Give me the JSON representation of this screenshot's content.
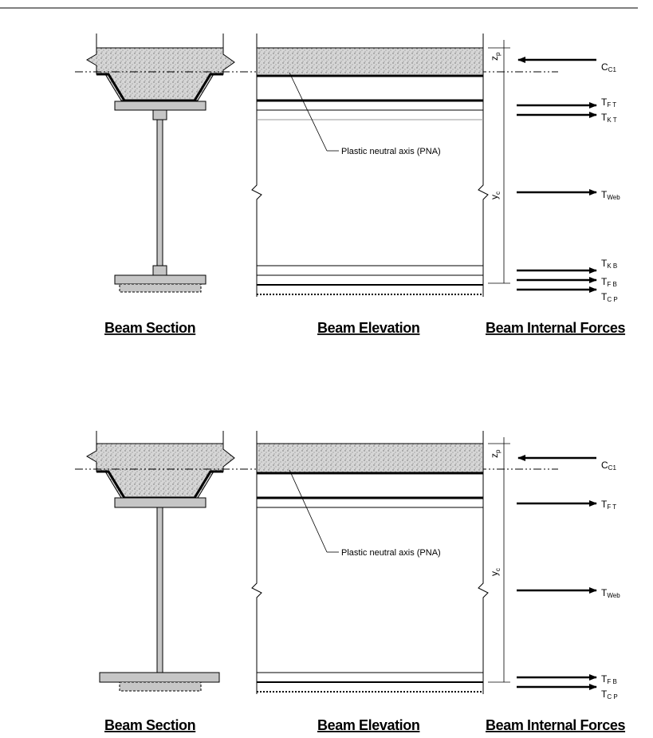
{
  "diagrams": [
    {
      "captions": {
        "section": "Beam Section",
        "elevation": "Beam Elevation",
        "forces": "Beam Internal Forces"
      },
      "pna_label": "Plastic neutral axis (PNA)",
      "dims": {
        "zp": [
          "z",
          "p"
        ],
        "yc": [
          "y",
          "c"
        ]
      },
      "forces": {
        "cc1": [
          "C",
          "C1"
        ],
        "tft": [
          "T",
          "F T"
        ],
        "tkt": [
          "T",
          "K T"
        ],
        "tweb": [
          "T",
          "Web"
        ],
        "tkb": [
          "T",
          "K B"
        ],
        "tfb": [
          "T",
          "F B"
        ],
        "tcp": [
          "T",
          "C P"
        ]
      }
    },
    {
      "captions": {
        "section": "Beam Section",
        "elevation": "Beam Elevation",
        "forces": "Beam Internal Forces"
      },
      "pna_label": "Plastic neutral axis (PNA)",
      "dims": {
        "zp": [
          "z",
          "p"
        ],
        "yc": [
          "y",
          "c"
        ]
      },
      "forces": {
        "cc1": [
          "C",
          "C1"
        ],
        "tft": [
          "T",
          "F T"
        ],
        "tweb": [
          "T",
          "Web"
        ],
        "tfb": [
          "T",
          "F B"
        ],
        "tcp": [
          "T",
          "C P"
        ]
      }
    }
  ]
}
